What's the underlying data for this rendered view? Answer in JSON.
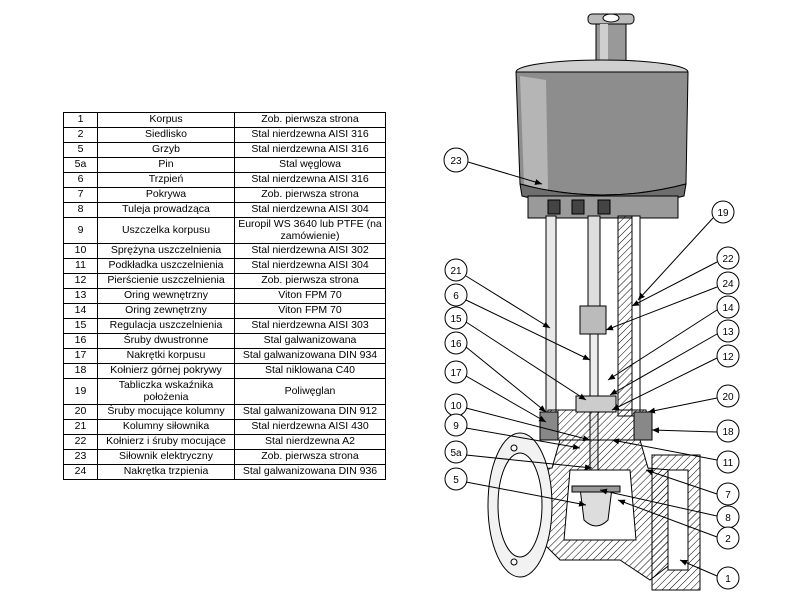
{
  "parts_table": {
    "rows": [
      {
        "no": "1",
        "name": "Korpus",
        "material": "Zob. pierwsza strona"
      },
      {
        "no": "2",
        "name": "Siedlisko",
        "material": "Stal nierdzewna AISI 316"
      },
      {
        "no": "5",
        "name": "Grzyb",
        "material": "Stal nierdzewna AISI 316"
      },
      {
        "no": "5a",
        "name": "Pin",
        "material": "Stal węglowa"
      },
      {
        "no": "6",
        "name": "Trzpień",
        "material": "Stal nierdzewna AISI 316"
      },
      {
        "no": "7",
        "name": "Pokrywa",
        "material": "Zob. pierwsza strona"
      },
      {
        "no": "8",
        "name": "Tuleja prowadząca",
        "material": "Stal nierdzewna AISI 304"
      },
      {
        "no": "9",
        "name": "Uszczelka korpusu",
        "material": "Europil WS 3640 lub PTFE (na zamówienie)",
        "tall": true
      },
      {
        "no": "10",
        "name": "Sprężyna uszczelnienia",
        "material": "Stal nierdzewna AISI 302"
      },
      {
        "no": "11",
        "name": "Podkładka uszczelnienia",
        "material": "Stal nierdzewna AISI 304"
      },
      {
        "no": "12",
        "name": "Pierścienie uszczelnienia",
        "material": "Zob. pierwsza strona"
      },
      {
        "no": "13",
        "name": "Oring wewnętrzny",
        "material": "Viton FPM 70"
      },
      {
        "no": "14",
        "name": "Oring zewnętrzny",
        "material": "Viton FPM 70"
      },
      {
        "no": "15",
        "name": "Regulacja uszczelnienia",
        "material": "Stal nierdzewna AISI 303"
      },
      {
        "no": "16",
        "name": "Śruby dwustronne",
        "material": "Stal galwanizowana"
      },
      {
        "no": "17",
        "name": "Nakrętki korpusu",
        "material": "Stal galwanizowana DIN 934"
      },
      {
        "no": "18",
        "name": "Kołnierz górnej pokrywy",
        "material": "Stal niklowana C40"
      },
      {
        "no": "19",
        "name": "Tabliczka wskaźnika położenia",
        "material": "Poliwęglan",
        "tall": true
      },
      {
        "no": "20",
        "name": "Śruby mocujące kolumny",
        "material": "Stal galwanizowana DIN 912"
      },
      {
        "no": "21",
        "name": "Kolumny siłownika",
        "material": "Stal nierdzewna AISI 430"
      },
      {
        "no": "22",
        "name": "Kołnierz i śruby mocujące",
        "material": "Stal nierdzewna A2"
      },
      {
        "no": "23",
        "name": "Siłownik elektryczny",
        "material": "Zob. pierwsza strona"
      },
      {
        "no": "24",
        "name": "Nakrętka trzpienia",
        "material": "Stal galwanizowana DIN 936"
      }
    ]
  },
  "callouts": {
    "c23": "23",
    "c19": "19",
    "c22": "22",
    "c24": "24",
    "c21": "21",
    "c6": "6",
    "c14": "14",
    "c15": "15",
    "c13": "13",
    "c16": "16",
    "c12": "12",
    "c17": "17",
    "c20": "20",
    "c10": "10",
    "c9": "9",
    "c18": "18",
    "c5a": "5a",
    "c11": "11",
    "c5": "5",
    "c7": "7",
    "c8": "8",
    "c2": "2",
    "c1": "1"
  }
}
